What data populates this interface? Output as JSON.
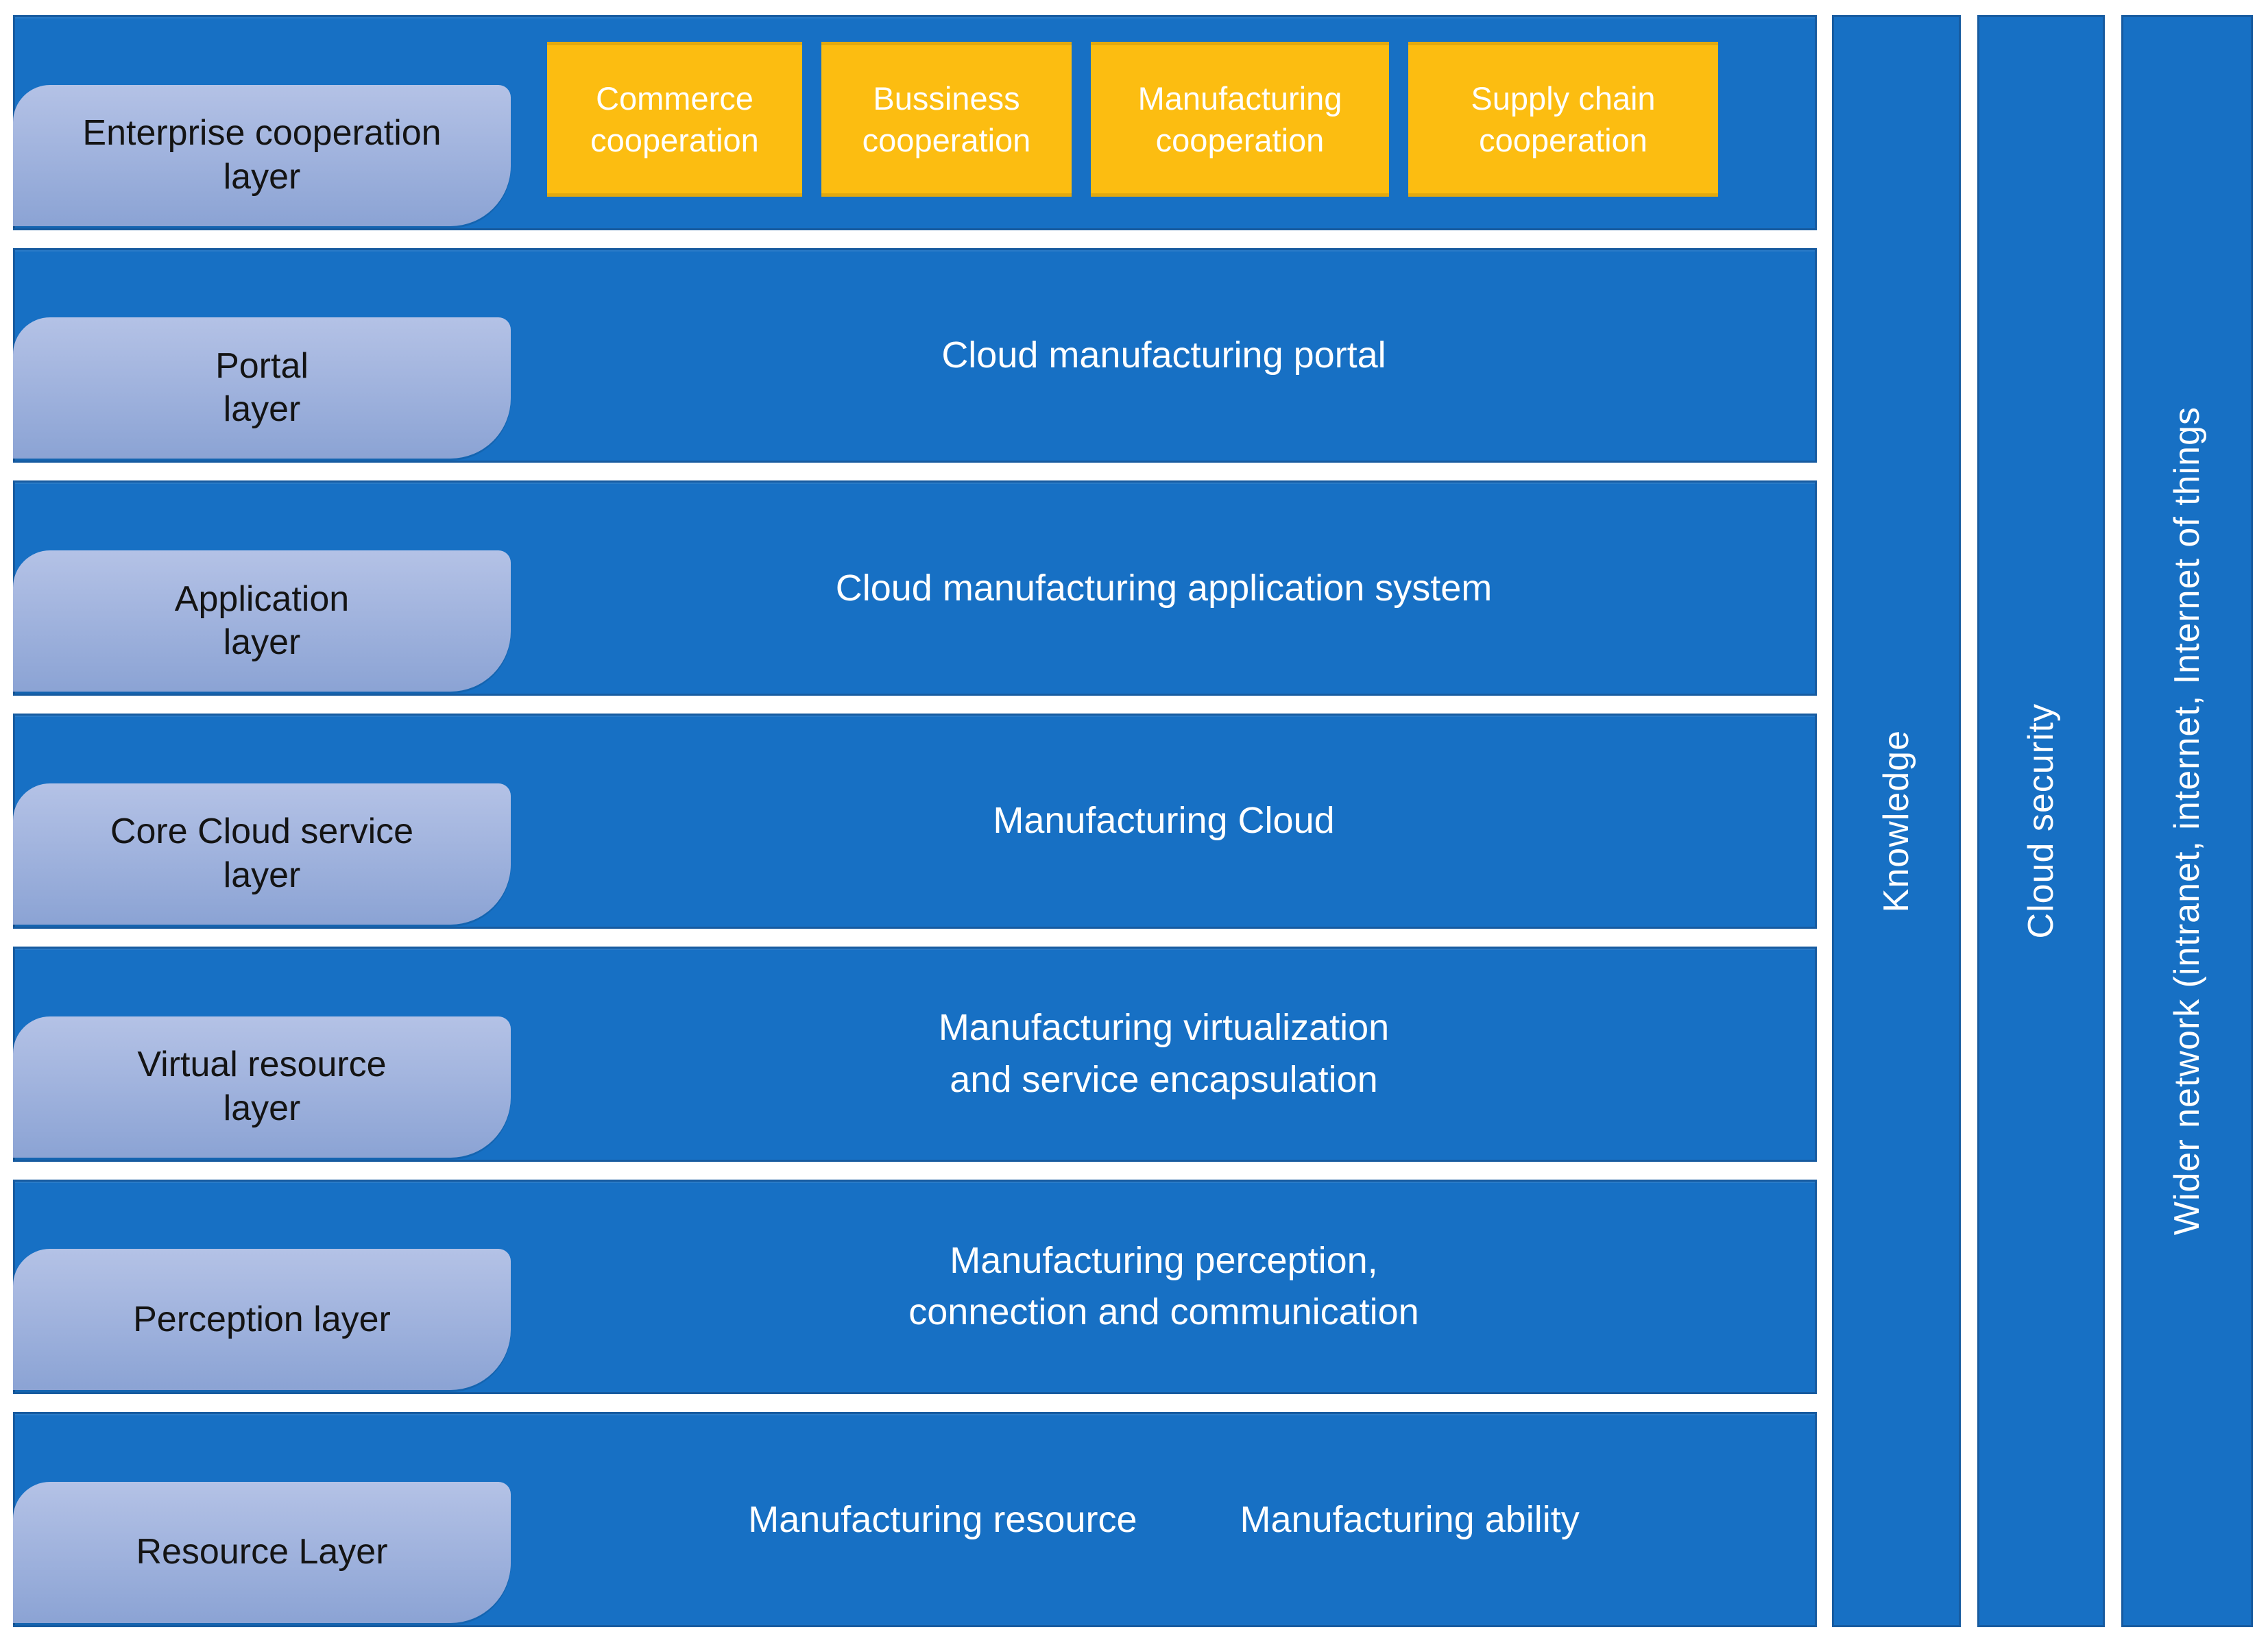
{
  "layers": [
    {
      "label": "Enterprise cooperation\nlayer",
      "boxes": [
        "Commerce\ncooperation",
        "Bussiness\ncooperation",
        "Manufacturing\ncooperation",
        "Supply chain\ncooperation"
      ]
    },
    {
      "label": "Portal\nlayer",
      "center": "Cloud manufacturing portal"
    },
    {
      "label": "Application\nlayer",
      "center": "Cloud manufacturing application system"
    },
    {
      "label": "Core Cloud service\nlayer",
      "center": "Manufacturing Cloud"
    },
    {
      "label": "Virtual resource\nlayer",
      "center": "Manufacturing virtualization\nand service encapsulation"
    },
    {
      "label": "Perception layer",
      "center": "Manufacturing perception,\nconnection and communication"
    },
    {
      "label": "Resource Layer",
      "center_left": "Manufacturing resource",
      "center_right": "Manufacturing ability"
    }
  ],
  "side_bars": [
    "Knowledge",
    "Cloud security",
    "Wider network (intranet, internet, Internet of things"
  ],
  "colors": {
    "row_blue": "#1770c4",
    "tab_light_blue_top": "#b4c2e6",
    "tab_light_blue_bottom": "#8ba3d4",
    "cooperation_box_amber": "#fcbd11",
    "text_on_blue": "#ffffff",
    "text_on_tab": "#141414",
    "background": "#ffffff"
  }
}
